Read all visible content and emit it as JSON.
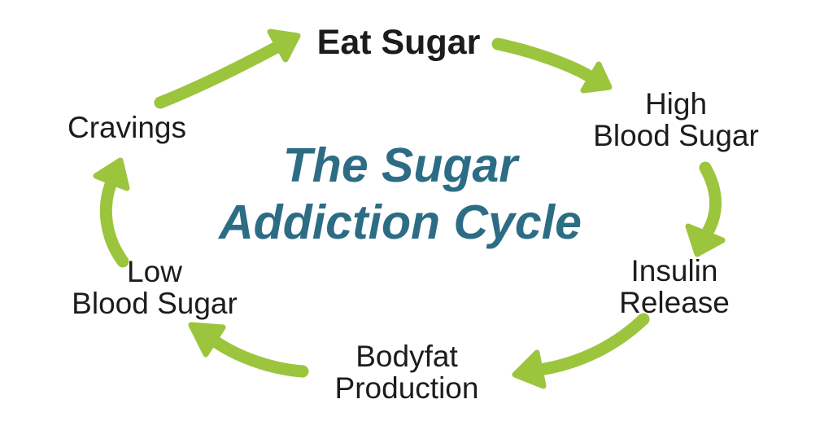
{
  "diagram": {
    "title": {
      "line1": "The Sugar",
      "line2": "Addiction Cycle"
    },
    "colors": {
      "arrow_green": "#9bc53d",
      "title_teal": "#2c6d85",
      "label_black": "#1c1c1c",
      "background": "#ffffff"
    },
    "nodes": [
      {
        "id": "eat-sugar",
        "lines": [
          "Eat Sugar"
        ]
      },
      {
        "id": "high-blood-sugar",
        "lines": [
          "High",
          "Blood Sugar"
        ]
      },
      {
        "id": "insulin-release",
        "lines": [
          "Insulin",
          "Release"
        ]
      },
      {
        "id": "bodyfat-production",
        "lines": [
          "Bodyfat",
          "Production"
        ]
      },
      {
        "id": "low-blood-sugar",
        "lines": [
          "Low",
          "Blood Sugar"
        ]
      },
      {
        "id": "cravings",
        "lines": [
          "Cravings"
        ]
      }
    ],
    "arrows": [
      {
        "from": "Cravings",
        "to": "Eat Sugar"
      },
      {
        "from": "Eat Sugar",
        "to": "High Blood Sugar"
      },
      {
        "from": "High Blood Sugar",
        "to": "Insulin Release"
      },
      {
        "from": "Insulin Release",
        "to": "Bodyfat Production"
      },
      {
        "from": "Bodyfat Production",
        "to": "Low Blood Sugar"
      },
      {
        "from": "Low Blood Sugar",
        "to": "Cravings"
      }
    ]
  }
}
